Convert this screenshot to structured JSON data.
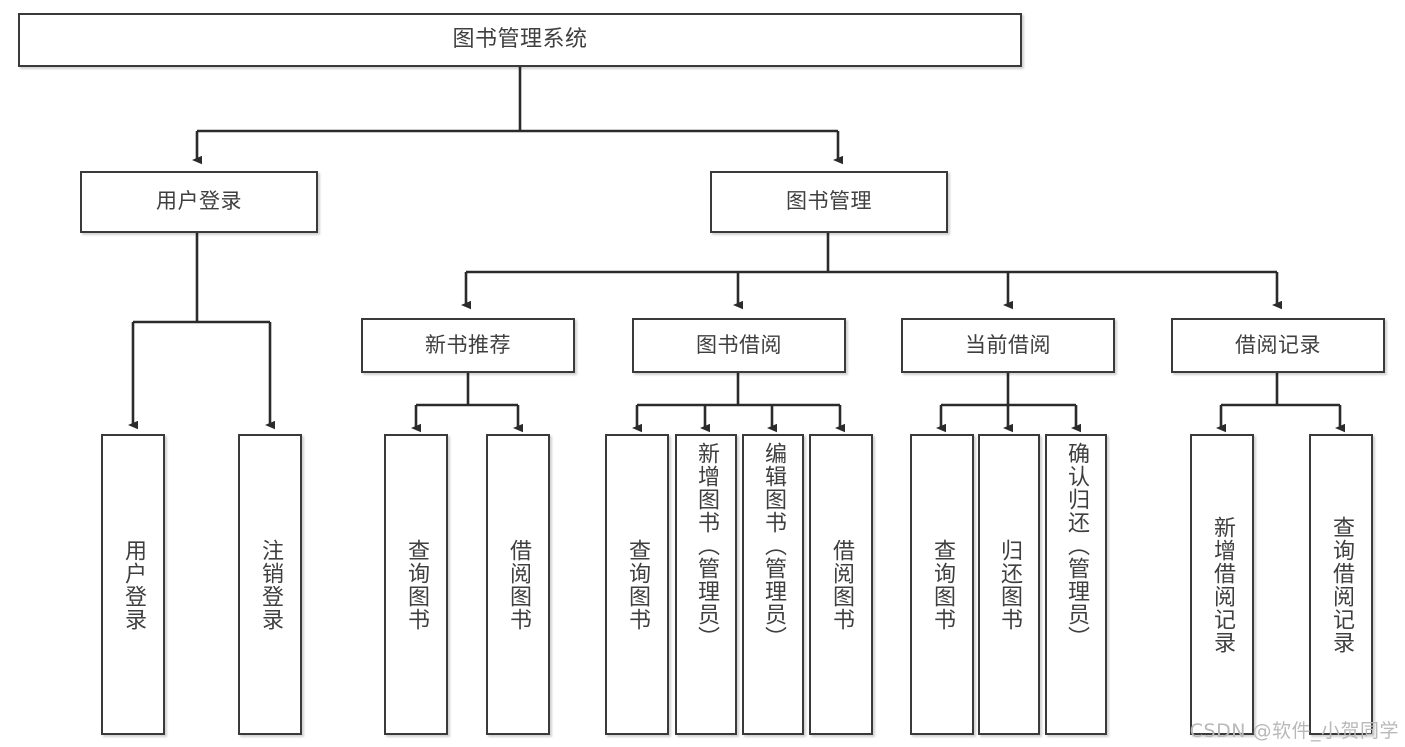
{
  "diagram": {
    "title": "图书管理系统",
    "watermark": "CSDN @软件_小贺同学",
    "colors": {
      "box_border": "#3a3a3a",
      "text": "#3f3f3f",
      "connector": "#2b2b2b",
      "background": "#ffffff",
      "watermark": "#b9b9b9"
    },
    "root": {
      "label": "图书管理系统"
    },
    "level2": [
      {
        "id": "user-login",
        "label": "用户登录"
      },
      {
        "id": "book-management",
        "label": "图书管理"
      }
    ],
    "level3": [
      {
        "id": "new-book-recommend",
        "label": "新书推荐"
      },
      {
        "id": "book-borrow",
        "label": "图书借阅"
      },
      {
        "id": "current-borrow",
        "label": "当前借阅"
      },
      {
        "id": "borrow-record",
        "label": "借阅记录"
      }
    ],
    "leaves": {
      "user_login": [
        {
          "id": "leaf-user-login",
          "label": "用户登录"
        },
        {
          "id": "leaf-logout",
          "label": "注销登录"
        }
      ],
      "new_book_recommend": [
        {
          "id": "leaf-query-book-1",
          "label": "查询图书"
        },
        {
          "id": "leaf-borrow-book-1",
          "label": "借阅图书"
        }
      ],
      "book_borrow": [
        {
          "id": "leaf-query-book-2",
          "label": "查询图书"
        },
        {
          "id": "leaf-add-book",
          "label": "新增图书（管理员）"
        },
        {
          "id": "leaf-edit-book",
          "label": "编辑图书（管理员）"
        },
        {
          "id": "leaf-borrow-book-2",
          "label": "借阅图书"
        }
      ],
      "current_borrow": [
        {
          "id": "leaf-query-book-3",
          "label": "查询图书"
        },
        {
          "id": "leaf-return-book",
          "label": "归还图书"
        },
        {
          "id": "leaf-confirm-return",
          "label": "确认归还（管理员）"
        }
      ],
      "borrow_record": [
        {
          "id": "leaf-add-record",
          "label": "新增借阅记录"
        },
        {
          "id": "leaf-query-record",
          "label": "查询借阅记录"
        }
      ]
    }
  }
}
